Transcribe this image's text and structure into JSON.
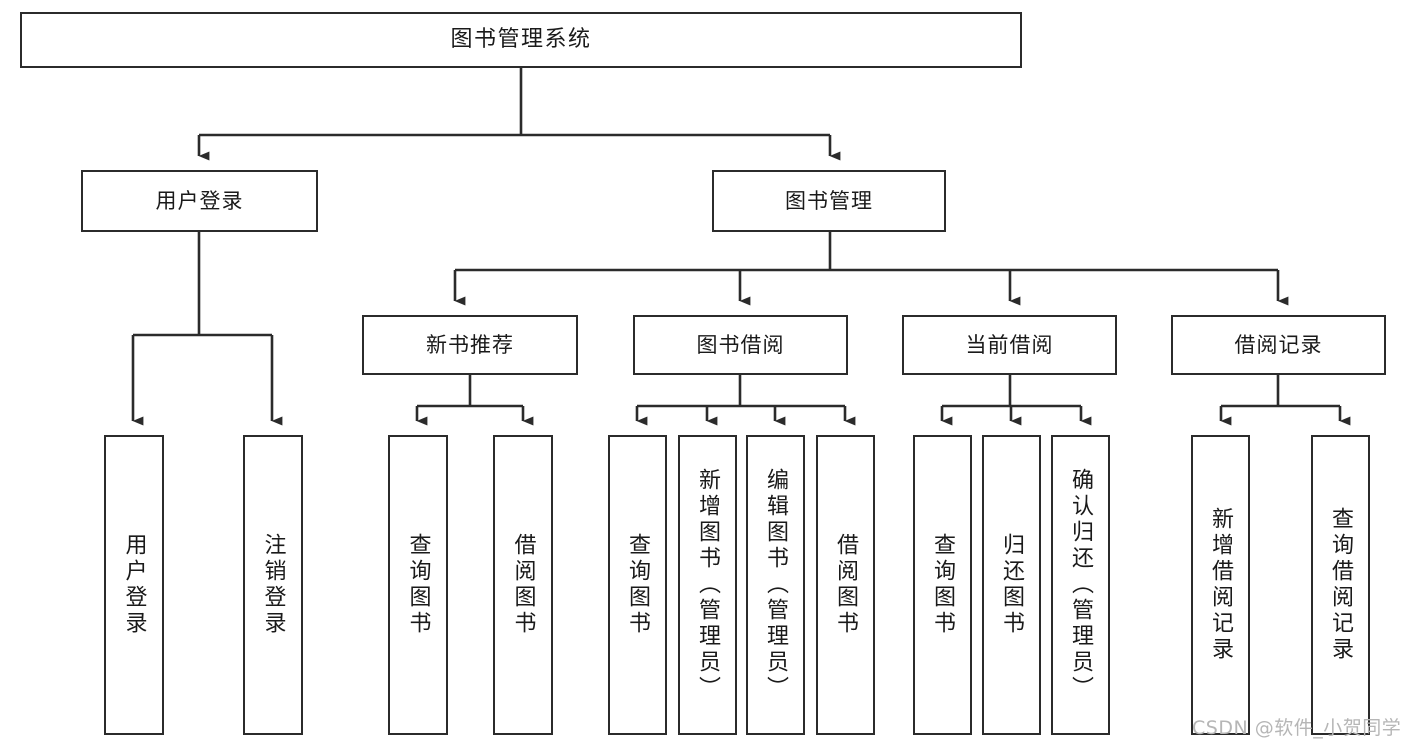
{
  "diagram": {
    "title": "图书管理系统",
    "type": "hierarchy-tree",
    "background_color": "#ffffff",
    "line_color": "#2b2b2b",
    "text_color": "#1a1a1a"
  },
  "nodes": {
    "root": {
      "label": "图书管理系统",
      "level": 1
    },
    "level2": [
      {
        "id": "user-login",
        "label": "用户登录"
      },
      {
        "id": "book-manage",
        "label": "图书管理"
      }
    ],
    "level3": [
      {
        "id": "new-book-rec",
        "label": "新书推荐"
      },
      {
        "id": "book-borrow",
        "label": "图书借阅"
      },
      {
        "id": "current-borrow",
        "label": "当前借阅"
      },
      {
        "id": "borrow-record",
        "label": "借阅记录"
      }
    ],
    "leaves": {
      "user-login": [
        {
          "id": "leaf-user-login",
          "label": "用户登录"
        },
        {
          "id": "leaf-logout-login",
          "label": "注销登录"
        }
      ],
      "new-book-rec": [
        {
          "id": "leaf-query-book-1",
          "label": "查询图书"
        },
        {
          "id": "leaf-borrow-book-1",
          "label": "借阅图书"
        }
      ],
      "book-borrow": [
        {
          "id": "leaf-query-book-2",
          "label": "查询图书"
        },
        {
          "id": "leaf-add-book",
          "label": "新增图书（管理员）"
        },
        {
          "id": "leaf-edit-book",
          "label": "编辑图书（管理员）"
        },
        {
          "id": "leaf-borrow-book-2",
          "label": "借阅图书"
        }
      ],
      "current-borrow": [
        {
          "id": "leaf-query-book-3",
          "label": "查询图书"
        },
        {
          "id": "leaf-return-book",
          "label": "归还图书"
        },
        {
          "id": "leaf-confirm-return",
          "label": "确认归还（管理员）"
        }
      ],
      "borrow-record": [
        {
          "id": "leaf-add-record",
          "label": "新增借阅记录"
        },
        {
          "id": "leaf-query-record",
          "label": "查询借阅记录"
        }
      ]
    }
  },
  "watermark": {
    "text": "CSDN @软件_小贺同学"
  }
}
